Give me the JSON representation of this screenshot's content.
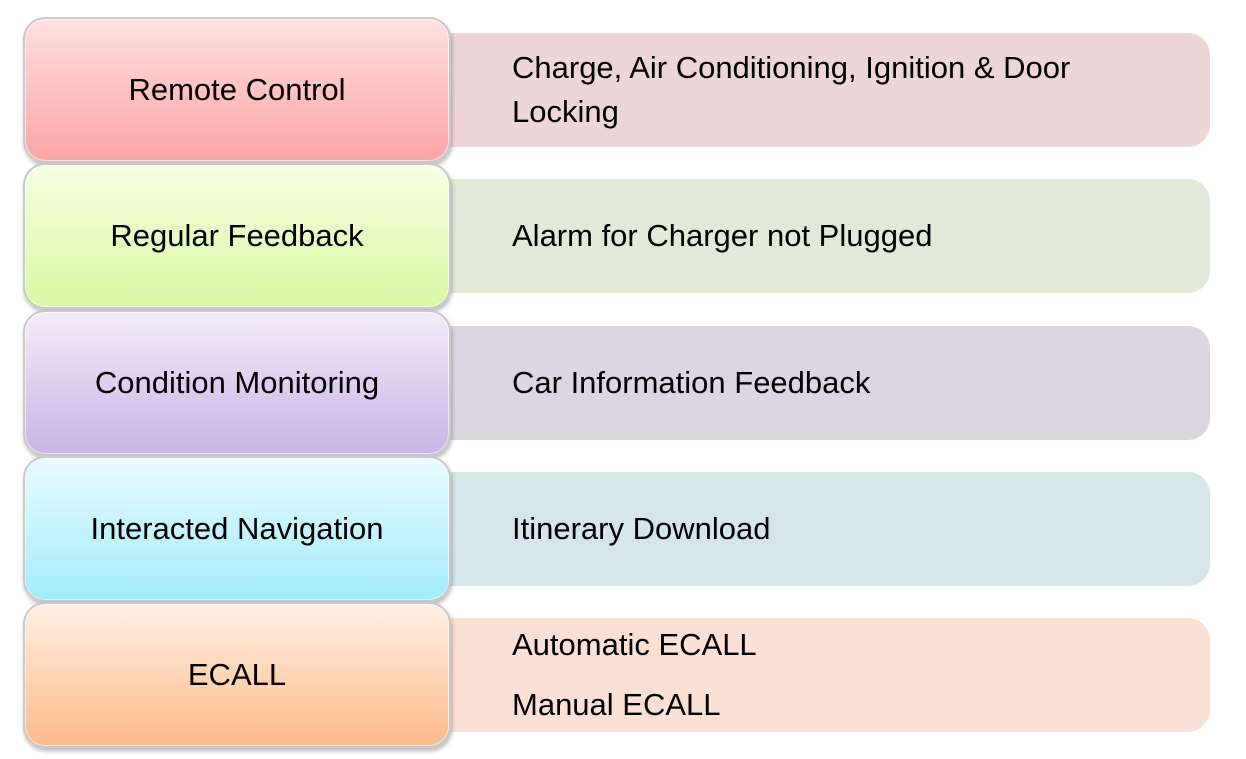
{
  "rows": [
    {
      "category": "Remote Control",
      "details": [
        "Charge, Air Conditioning, Ignition & Door Locking"
      ],
      "category_gradient": [
        "#ffe1e1",
        "#fca4a4"
      ],
      "detail_bg": "#ecd6d6"
    },
    {
      "category": "Regular Feedback",
      "details": [
        "Alarm for Charger not Plugged"
      ],
      "category_gradient": [
        "#f6ffe3",
        "#d9f7a2"
      ],
      "detail_bg": "#e3e9d9"
    },
    {
      "category": "Condition Monitoring",
      "details": [
        "Car Information Feedback"
      ],
      "category_gradient": [
        "#f2ecf8",
        "#c8b4e6"
      ],
      "detail_bg": "#dcd6e3"
    },
    {
      "category": "Interacted Navigation",
      "details": [
        "Itinerary Download"
      ],
      "category_gradient": [
        "#e8fbff",
        "#a3ecfb"
      ],
      "detail_bg": "#d5e5ea"
    },
    {
      "category": "ECALL",
      "details": [
        "Automatic ECALL",
        "Manual ECALL"
      ],
      "category_gradient": [
        "#fff0e3",
        "#fcbb8a"
      ],
      "detail_bg": "#fbe0d5"
    }
  ]
}
